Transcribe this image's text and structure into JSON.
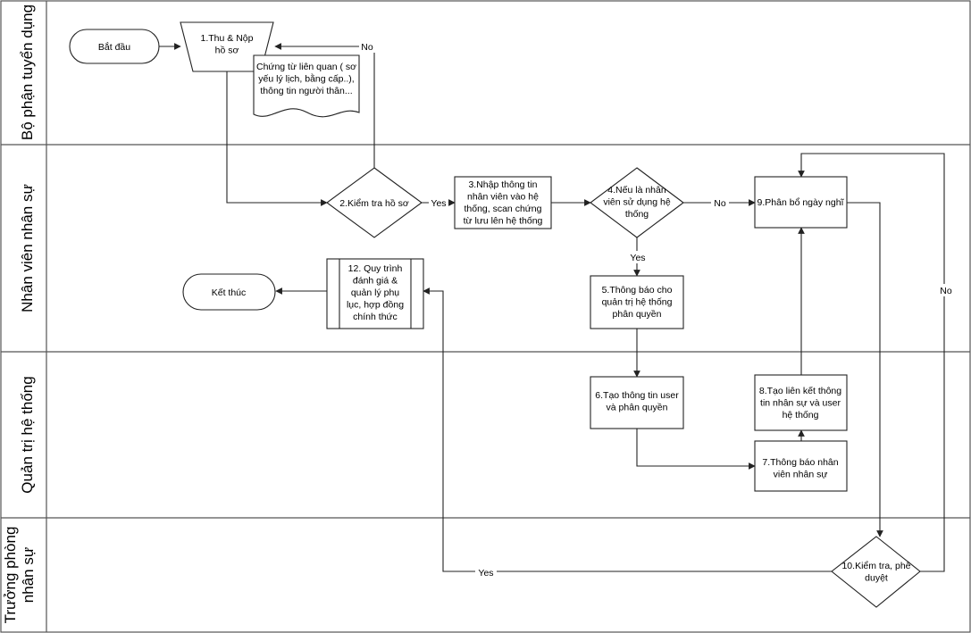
{
  "lanes": [
    {
      "label": [
        "Bộ phận tuyển dụng"
      ]
    },
    {
      "label": [
        "Nhân viên nhân sự"
      ]
    },
    {
      "label": [
        "Quản trị hệ thống"
      ]
    },
    {
      "label": [
        "Trưởng phòng",
        "nhân sự"
      ]
    }
  ],
  "nodes": {
    "start": [
      "Bắt đầu"
    ],
    "step1": [
      "1.Thu & Nộp",
      "hồ sơ"
    ],
    "documents": [
      "Chứng từ liên quan ( sơ",
      "yếu lý lịch, bằng cấp..),",
      "thông tin người thân..."
    ],
    "step2": [
      "2.Kiểm tra hồ sơ"
    ],
    "step3": [
      "3.Nhập thông tin",
      "nhân viên vào hệ",
      "thống, scan chứng",
      "từ lưu lên hệ thống"
    ],
    "step4": [
      "4.Nếu là nhân",
      "viên sử dụng hệ",
      "thống"
    ],
    "step9": [
      "9.Phân bổ ngày nghĩ"
    ],
    "step12": [
      "12. Quy trình",
      "đánh giá &",
      "quản lý phụ",
      "lục, hợp đồng",
      "chính thức"
    ],
    "end": [
      "Kết thúc"
    ],
    "step5": [
      "5.Thông báo cho",
      "quản trị hệ thống",
      "phân quyền"
    ],
    "step6": [
      "6.Tạo thông tin user",
      "và phân quyền"
    ],
    "step8": [
      "8.Tạo liên kết thông",
      "tin nhân sự và user",
      "hệ thống"
    ],
    "step7": [
      "7.Thông báo nhân",
      "viên nhân sự"
    ],
    "step10": [
      "10.Kiểm tra, phê",
      "duyệt"
    ]
  },
  "edge_labels": {
    "no_step2": "No",
    "yes_step2": "Yes",
    "no_step4": "No",
    "yes_step4": "Yes",
    "no_step10": "No",
    "yes_step10": "Yes"
  },
  "colors": {
    "stroke": "#222222",
    "fill": "#ffffff",
    "lane_border": "#555555"
  }
}
